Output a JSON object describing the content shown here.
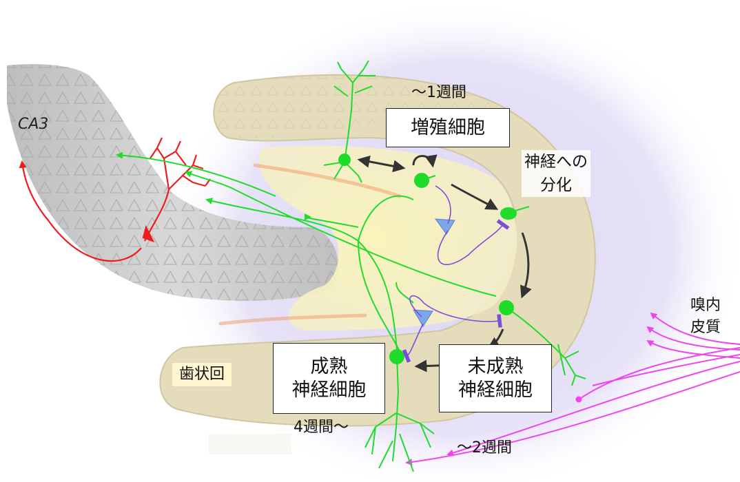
{
  "labels": {
    "ca3": "CA3",
    "dentate_gyrus": "歯状回",
    "entorhinal_line1": "嗅内",
    "entorhinal_line2": "皮質",
    "time_1week": "～1週間",
    "time_2weeks": "～2週間",
    "time_4weeks": "4週間～",
    "proliferating_cell": "増殖細胞",
    "differentiation_line1": "神経への",
    "differentiation_line2": "分化",
    "mature_line1": "成熟",
    "mature_line2": "神経細胞",
    "immature_line1": "未成熟",
    "immature_line2": "神経細胞"
  },
  "colors": {
    "background_glow": "#e7e2f7",
    "ca3_gray": "#c8c8c8",
    "dentate_tan": "#e4dcba",
    "inner_yellow": "#f8f3b4",
    "granule_green": "#1fdc2a",
    "ca3_red": "#ee1c1c",
    "interneuron_blue": "#7ea6ea",
    "inhibitory_purple": "#7a4fd8",
    "entorhinal_magenta": "#ee44ee",
    "arrow_dark": "#333333"
  }
}
